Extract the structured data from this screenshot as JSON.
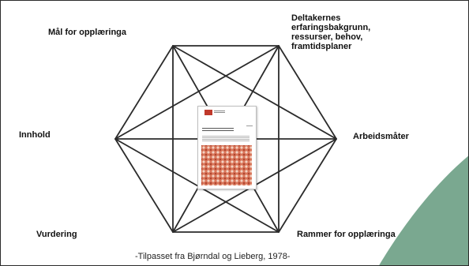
{
  "labels": {
    "top_left": "Mål for opplæringa",
    "top_right": "Deltakernes\nerfaringsbakgrunn,\nressurser, behov,\nframtidsplaner",
    "mid_left": "Innhold",
    "mid_right": "Arbeidsmåter",
    "bottom_left": "Vurdering",
    "bottom_right": "Rammer for opplæringa"
  },
  "caption": "-Tilpasset fra Bjørndal og Lieberg, 1978-",
  "colors": {
    "lines": "#2b2b2b",
    "accent_shape": "#7aa890",
    "document_pattern": "#d9775c"
  }
}
